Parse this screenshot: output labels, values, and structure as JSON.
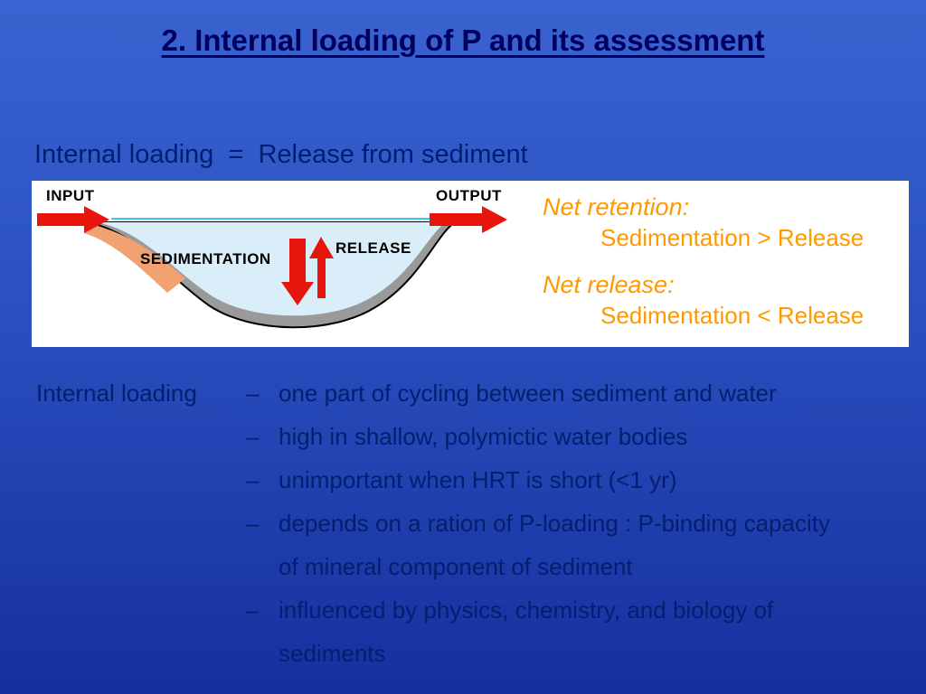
{
  "slide": {
    "title": "2. Internal loading of P and its assessment",
    "subtitle": "Internal loading  =  Release from sediment"
  },
  "diagram": {
    "input_label": "INPUT",
    "output_label": "OUTPUT",
    "sedimentation_label": "SEDIMENTATION",
    "release_label": "RELEASE",
    "net_retention_title": "Net retention:",
    "net_retention_detail": "Sedimentation > Release",
    "net_release_title": "Net release:",
    "net_release_detail": "Sedimentation < Release"
  },
  "bullets": {
    "lead": "Internal loading",
    "items": [
      {
        "dash": "–",
        "text": "one part of cycling between sediment and water"
      },
      {
        "dash": "–",
        "text": "high in shallow, polymictic water bodies"
      },
      {
        "dash": "–",
        "text": "unimportant when HRT is short (<1 yr)"
      },
      {
        "dash": "–",
        "text": "depends on a ration of P-loading : P-binding capacity"
      },
      {
        "dash": "",
        "text": "of mineral component of sediment"
      },
      {
        "dash": "–",
        "text": "influenced by physics, chemistry, and biology of"
      },
      {
        "dash": "",
        "text": "sediments"
      }
    ]
  },
  "colors": {
    "title_navy": "#00005f",
    "body_navy": "#02206e",
    "accent_orange": "#ff9900",
    "arrow_red": "#e8150d",
    "water_blue": "#d9eef9",
    "sediment_gray": "#9a9a9a",
    "surface_cyan": "#3ec9ea",
    "delta_salmon": "#f2a271"
  }
}
